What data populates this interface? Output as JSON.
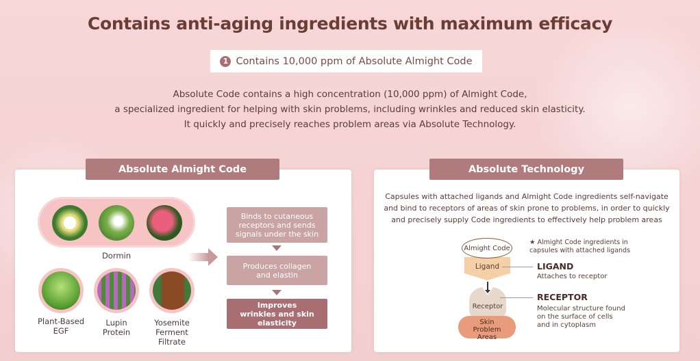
{
  "title": "Contains anti-aging ingredients with maximum efficacy",
  "sub": {
    "number": "1",
    "text": "Contains 10,000 ppm of Absolute Almight Code"
  },
  "intro": [
    "Absolute Code contains a high concentration (10,000 ppm) of Almight Code,",
    "a specialized ingredient for helping with skin problems, including wrinkles and reduced skin elasticity.",
    "It quickly and precisely reaches problem areas via Absolute Technology."
  ],
  "left": {
    "header": "Absolute Almight Code",
    "capsule_label": "Dormin",
    "ingredients": [
      "Plant-Based EGF",
      "Lupin Protein",
      "Yosemite Ferment Filtrate"
    ],
    "flow": [
      "Binds to cutaneous receptors and sends signals under the skin",
      "Produces collagen and elastin",
      "Improves wrinkles and skin elasticity"
    ]
  },
  "right": {
    "header": "Absolute Technology",
    "desc": [
      "Capsules with attached ligands and Almight Code ingredients self-navigate",
      "and bind to receptors of areas of skin prone to problems, in order to quickly",
      "and precisely supply Code ingredients to effectively help problem areas"
    ],
    "almight": "Almight Code",
    "ligand": "Ligand",
    "receptor": "Receptor",
    "skin": "Skin Problem Areas",
    "note": "★ Almight Code ingredients in capsules with attached ligands",
    "ligand_title": "LIGAND",
    "ligand_desc": "Attaches to receptor",
    "receptor_title": "RECEPTOR",
    "receptor_desc": "Molecular structure found on the surface of cells and in cytoplasm"
  }
}
